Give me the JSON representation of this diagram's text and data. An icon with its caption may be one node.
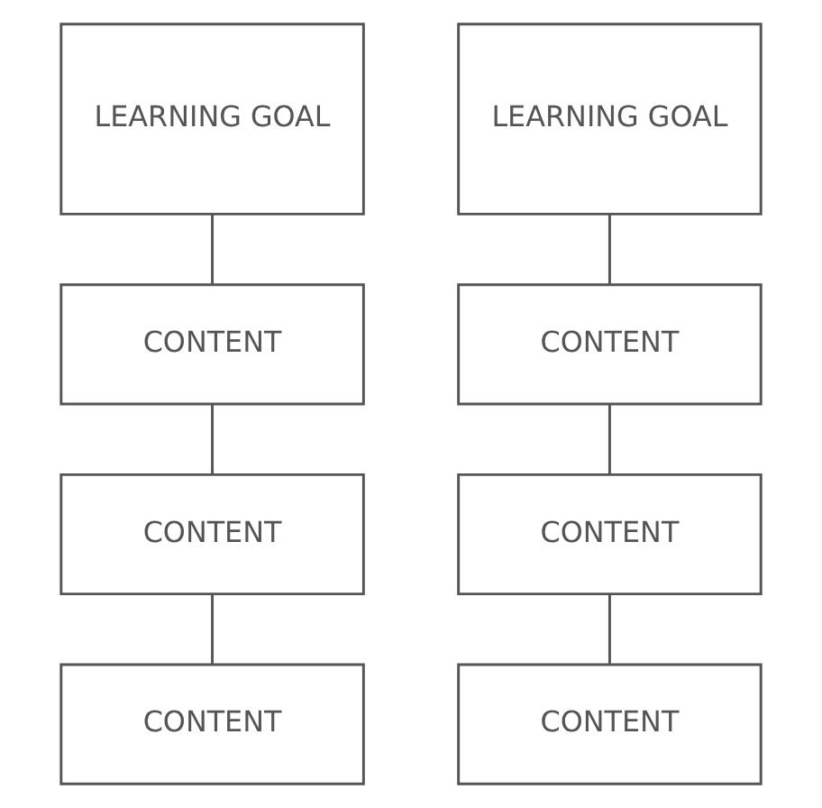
{
  "diagram": {
    "nodes": [
      {
        "text": [
          "LEARNING GOAL"
        ]
      },
      {
        "text": [
          "LEARNING GOAL"
        ]
      },
      {
        "text": [
          "CONTENT"
        ]
      },
      {
        "text": [
          "CONTENT"
        ]
      },
      {
        "text": [
          "CONTENT"
        ]
      },
      {
        "text": [
          "CONTENT"
        ]
      },
      {
        "text": [
          "CONTENT"
        ]
      },
      {
        "text": [
          "CONTENT"
        ]
      }
    ],
    "edges": [
      {
        "from": 0,
        "to": 2,
        "arrow": "none"
      },
      {
        "from": 2,
        "to": 4,
        "arrow": "none"
      },
      {
        "from": 4,
        "to": 6,
        "arrow": "none"
      },
      {
        "from": 1,
        "to": 3,
        "arrow": "none"
      },
      {
        "from": 3,
        "to": 5,
        "arrow": "none"
      },
      {
        "from": 5,
        "to": 7,
        "arrow": "none"
      }
    ]
  }
}
